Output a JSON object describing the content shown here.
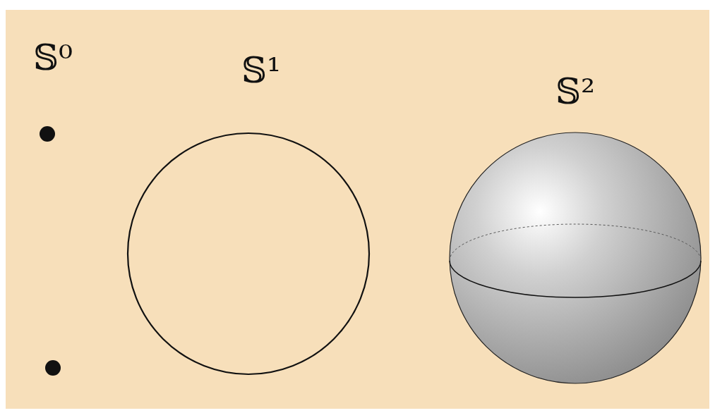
{
  "diagram": {
    "labels": [
      "𝕊⁰",
      "𝕊¹",
      "𝕊²"
    ]
  }
}
